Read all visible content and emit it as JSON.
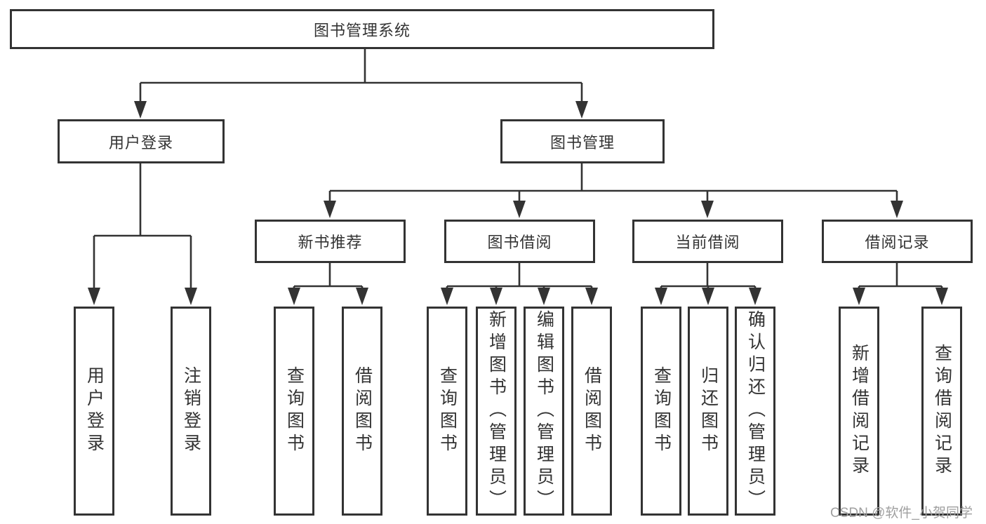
{
  "diagram": {
    "root": {
      "label": "图书管理系统"
    },
    "user_login": {
      "label": "用户登录",
      "leaves": [
        "用户登录",
        "注销登录"
      ]
    },
    "book_management": {
      "label": "图书管理",
      "children": [
        {
          "label": "新书推荐",
          "leaves": [
            "查询图书",
            "借阅图书"
          ]
        },
        {
          "label": "图书借阅",
          "leaves": [
            "查询图书",
            "新增图书（管理员）",
            "编辑图书（管理员）",
            "借阅图书"
          ]
        },
        {
          "label": "当前借阅",
          "leaves": [
            "查询图书",
            "归还图书",
            "确认归还（管理员）"
          ]
        },
        {
          "label": "借阅记录",
          "leaves": [
            "新增借阅记录",
            "查询借阅记录"
          ]
        }
      ]
    }
  },
  "watermark": {
    "text": "CSDN @软件_小贺同学",
    "color": "#9f9f9f"
  },
  "colors": {
    "line": "#333333",
    "box_border": "#333333",
    "text": "#333333",
    "background": "#ffffff"
  }
}
